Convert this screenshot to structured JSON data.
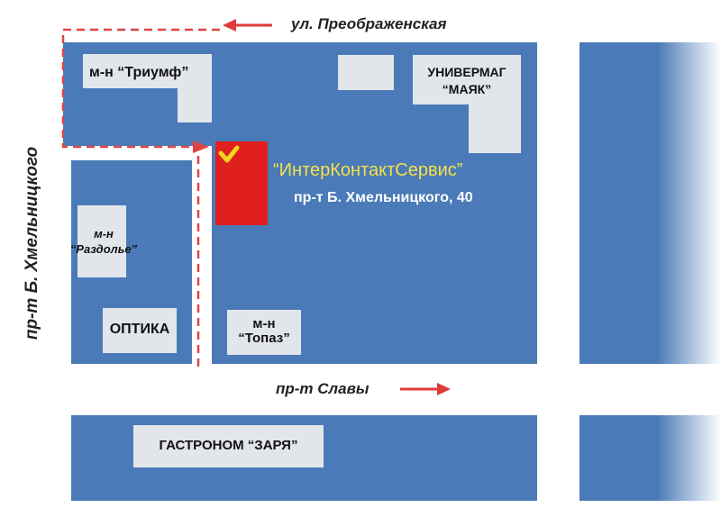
{
  "streets": {
    "top": "ул. Преображенская",
    "left": "пр-т Б. Хмельницкого",
    "bottom": "пр-т Славы"
  },
  "company": {
    "name": "“ИнтерКонтактСервис”",
    "address": "пр-т Б. Хмельницкого, 40"
  },
  "stores": {
    "triumph": "м-н “Триумф”",
    "univermag_line1": "УНИВЕРМАГ",
    "univermag_line2": "“МАЯК”",
    "razdolye_line1": "м-н",
    "razdolye_line2": "“Раздолье”",
    "optika": "ОПТИКА",
    "topaz_line1": "м-н",
    "topaz_line2": "“Топаз”",
    "gastronom": "ГАСТРОНОМ “ЗАРЯ”"
  },
  "colors": {
    "block": "#4a7bb8",
    "building": "#e2e5ea",
    "target_building": "#e0201f",
    "route": "#e04444",
    "marker": "#f2d51f",
    "company_text": "#f7e04a",
    "address_text": "#ffffff"
  }
}
